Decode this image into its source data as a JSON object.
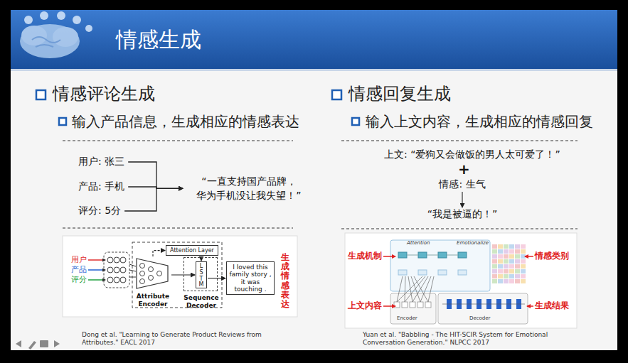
{
  "diagram": {
    "title": "情感生成",
    "nodes": [
      {
        "text": [
          "用户: 张三"
        ]
      },
      {
        "text": [
          "产品: 手机"
        ]
      },
      {
        "text": [
          "评分: 5分"
        ]
      },
      {
        "text": [
          "“一直支持国产品牌， 华为手机没让我失望！”"
        ]
      },
      {
        "text": [
          "上文: “爱狗又会做饭的男人太可爱了！”"
        ]
      },
      {
        "text": [
          "情感: 生气"
        ]
      },
      {
        "text": [
          "“我是被逼的！”"
        ]
      },
      {
        "text": [
          "Attribute Encoder"
        ]
      },
      {
        "text": [
          "Sequence Decoder"
        ]
      },
      {
        "text": [
          "Attention Layer"
        ]
      },
      {
        "text": [
          "LSTM"
        ],
        "in": 8
      },
      {
        "text": [
          "I loved this family story , it was touching ."
        ]
      }
    ],
    "edges": [
      {
        "from": 0,
        "to": 3,
        "arrow": "to"
      },
      {
        "from": 1,
        "to": 3,
        "arrow": "to"
      },
      {
        "from": 2,
        "to": 3,
        "arrow": "to"
      },
      {
        "from": 5,
        "to": 6,
        "arrow": "to"
      },
      {
        "from": 7,
        "to": 10,
        "arrow": "to"
      },
      {
        "from": 10,
        "to": 11,
        "arrow": "to"
      },
      {
        "from": 7,
        "to": 9,
        "arrow": "to"
      },
      {
        "from": 9,
        "to": 10,
        "arrow": "to"
      }
    ],
    "labels": [
      "情感评论生成",
      "输入产品信息，生成相应的情感表达",
      "情感回复生成",
      "输入上文内容，生成相应的情感回复",
      "+",
      "用户",
      "产品",
      "评分",
      "生成情感表达",
      "生成机制",
      "情感类别",
      "上文内容",
      "生成结果",
      "Attention",
      "Emotionalize",
      "Encoder",
      "Decoder",
      "Dong et al. \"Learning to Generate Product Reviews from Attributes.\" EACL 2017",
      "Yuan et al. \"Babbling - The HIT-SCIR System for Emotional Conversation Generation.\" NLPCC 2017"
    ]
  }
}
